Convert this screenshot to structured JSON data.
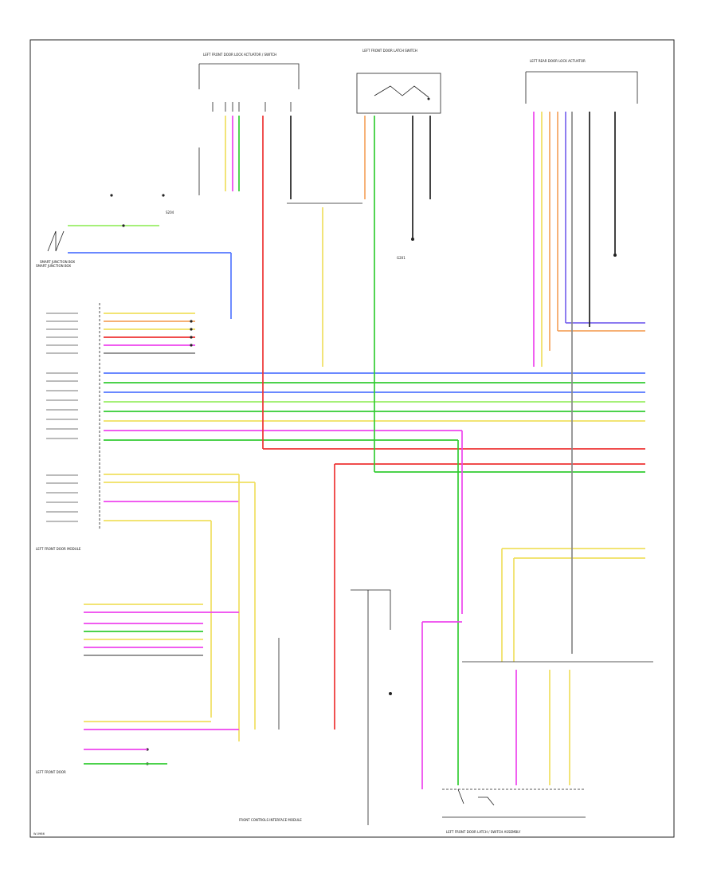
{
  "figure_code": "W-0986",
  "footer_left_title": "FRONT CONTROLS INTERFACE MODULE",
  "footer_right_title": "LEFT FRONT DOOR LATCH / SWITCH ASSEMBLY",
  "top_left_title": "LEFT FRONT DOOR LOCK ACTUATOR / SWITCH",
  "top_mid_title": "LEFT FRONT DOOR LATCH SWITCH",
  "top_right_title": "LEFT REAR DOOR LOCK ACTUATOR",
  "left_module_label": "SMART JUNCTION BOX",
  "left_door_module_label": "LEFT FRONT DOOR MODULE",
  "left_lower_door_label": "LEFT FRONT DOOR",
  "ground_label": "G201",
  "splice_label": "S204",
  "wire_colors": {
    "violet": "#7b68ee",
    "orange": "#f4a460",
    "magenta": "#ee44ee",
    "yellow": "#f0e060",
    "green": "#33cc33",
    "light_green": "#99ee66",
    "blue": "#5577ff",
    "red": "#ee3333",
    "grey": "#888888",
    "black": "#222222"
  }
}
